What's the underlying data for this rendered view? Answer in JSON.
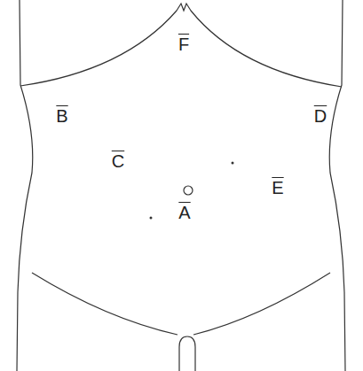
{
  "diagram": {
    "labels": [
      "F",
      "B",
      "D",
      "C",
      "E",
      "A"
    ]
  }
}
